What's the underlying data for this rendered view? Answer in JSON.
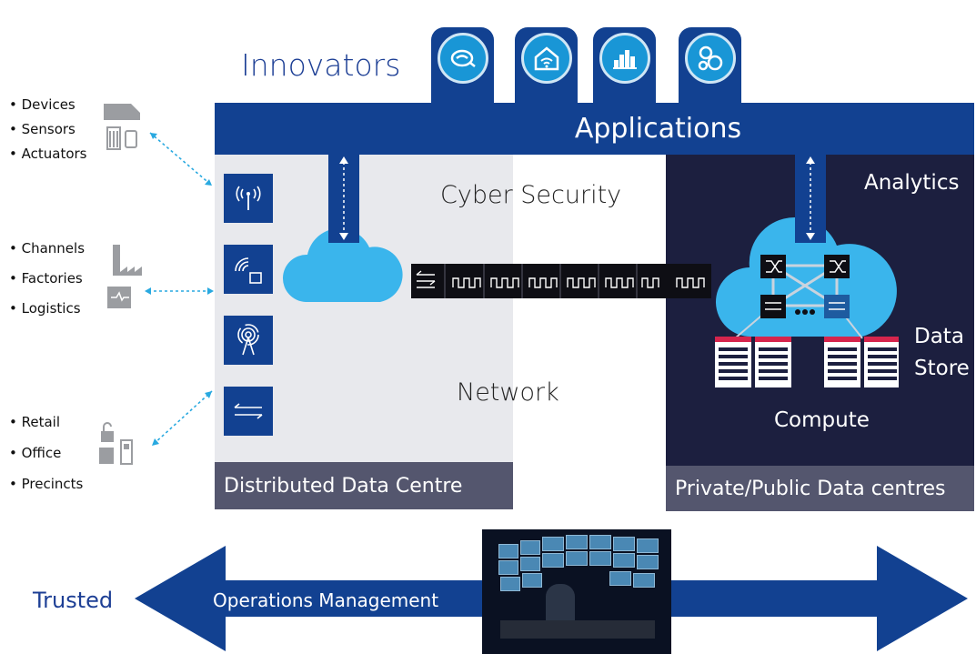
{
  "header": {
    "innovators": "Innovators",
    "applications": "Applications"
  },
  "app_icons": [
    "car-charging-icon",
    "smart-home-icon",
    "city-icon",
    "gears-icon"
  ],
  "left_groups": [
    {
      "items": [
        "Devices",
        "Sensors",
        "Actuators"
      ],
      "icon": "vehicle-sensor-icon"
    },
    {
      "items": [
        "Channels",
        "Factories",
        "Logistics"
      ],
      "icon": "factory-icon"
    },
    {
      "items": [
        "Retail",
        "Office",
        "Precincts"
      ],
      "icon": "lock-door-icon"
    }
  ],
  "network_icons": [
    "antenna-icon",
    "wifi-box-icon",
    "tower-icon",
    "transfer-arrows-icon"
  ],
  "ddc": {
    "cyber": "Cyber Security",
    "network": "Network",
    "label": "Distributed Data Centre"
  },
  "private": {
    "analytics": "Analytics",
    "data_store_1": "Data",
    "data_store_2": "Store",
    "compute": "Compute",
    "label": "Private/Public Data centres"
  },
  "bottom": {
    "trusted": "Trusted",
    "operations": "Operations Management"
  },
  "colors": {
    "nokia_blue": "#124191",
    "dark_navy": "#1c1f3f",
    "cloud": "#3ab5ec",
    "label_grey": "#54566e",
    "light_bg": "#e8e9ed",
    "server_red": "#d6254d"
  }
}
